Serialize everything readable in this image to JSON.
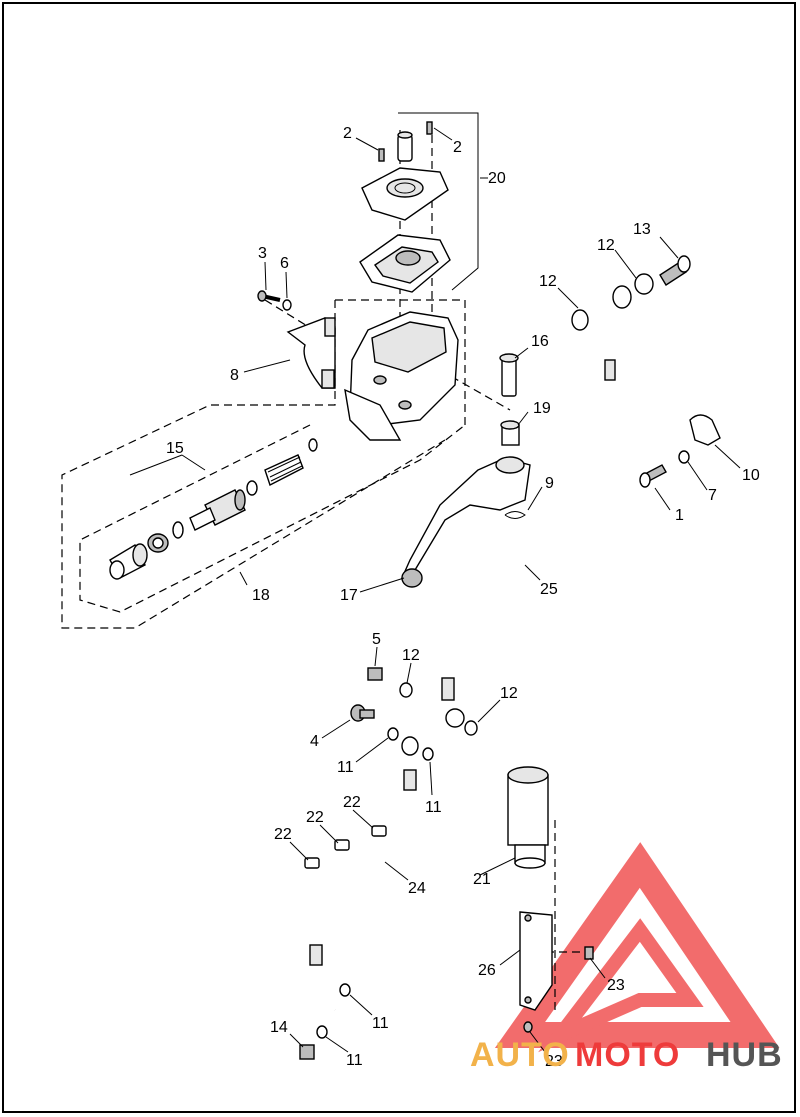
{
  "diagram": {
    "callouts": [
      {
        "id": "c1",
        "text": "1"
      },
      {
        "id": "c2a",
        "text": "2"
      },
      {
        "id": "c2b",
        "text": "2"
      },
      {
        "id": "c3",
        "text": "3"
      },
      {
        "id": "c4",
        "text": "4"
      },
      {
        "id": "c5",
        "text": "5"
      },
      {
        "id": "c6",
        "text": "6"
      },
      {
        "id": "c7",
        "text": "7"
      },
      {
        "id": "c8",
        "text": "8"
      },
      {
        "id": "c9",
        "text": "9"
      },
      {
        "id": "c10",
        "text": "10"
      },
      {
        "id": "c11a",
        "text": "11"
      },
      {
        "id": "c11b",
        "text": "11"
      },
      {
        "id": "c11c",
        "text": "11"
      },
      {
        "id": "c11d",
        "text": "11"
      },
      {
        "id": "c12a",
        "text": "12"
      },
      {
        "id": "c12b",
        "text": "12"
      },
      {
        "id": "c12c",
        "text": "12"
      },
      {
        "id": "c12d",
        "text": "12"
      },
      {
        "id": "c13",
        "text": "13"
      },
      {
        "id": "c14",
        "text": "14"
      },
      {
        "id": "c15",
        "text": "15"
      },
      {
        "id": "c16",
        "text": "16"
      },
      {
        "id": "c17",
        "text": "17"
      },
      {
        "id": "c18",
        "text": "18"
      },
      {
        "id": "c19",
        "text": "19"
      },
      {
        "id": "c20",
        "text": "20"
      },
      {
        "id": "c21",
        "text": "21"
      },
      {
        "id": "c22a",
        "text": "22"
      },
      {
        "id": "c22b",
        "text": "22"
      },
      {
        "id": "c22c",
        "text": "22"
      },
      {
        "id": "c23a",
        "text": "23"
      },
      {
        "id": "c23b",
        "text": "23"
      },
      {
        "id": "c24",
        "text": "24"
      },
      {
        "id": "c25",
        "text": "25"
      },
      {
        "id": "c26",
        "text": "26"
      }
    ]
  },
  "watermark": {
    "part1": "AUTO",
    "part2": "MOTO",
    "part3": "HUB",
    "color_light": "#f2b24a",
    "color_red": "#ee3b3b",
    "color_gray": "#555555"
  }
}
